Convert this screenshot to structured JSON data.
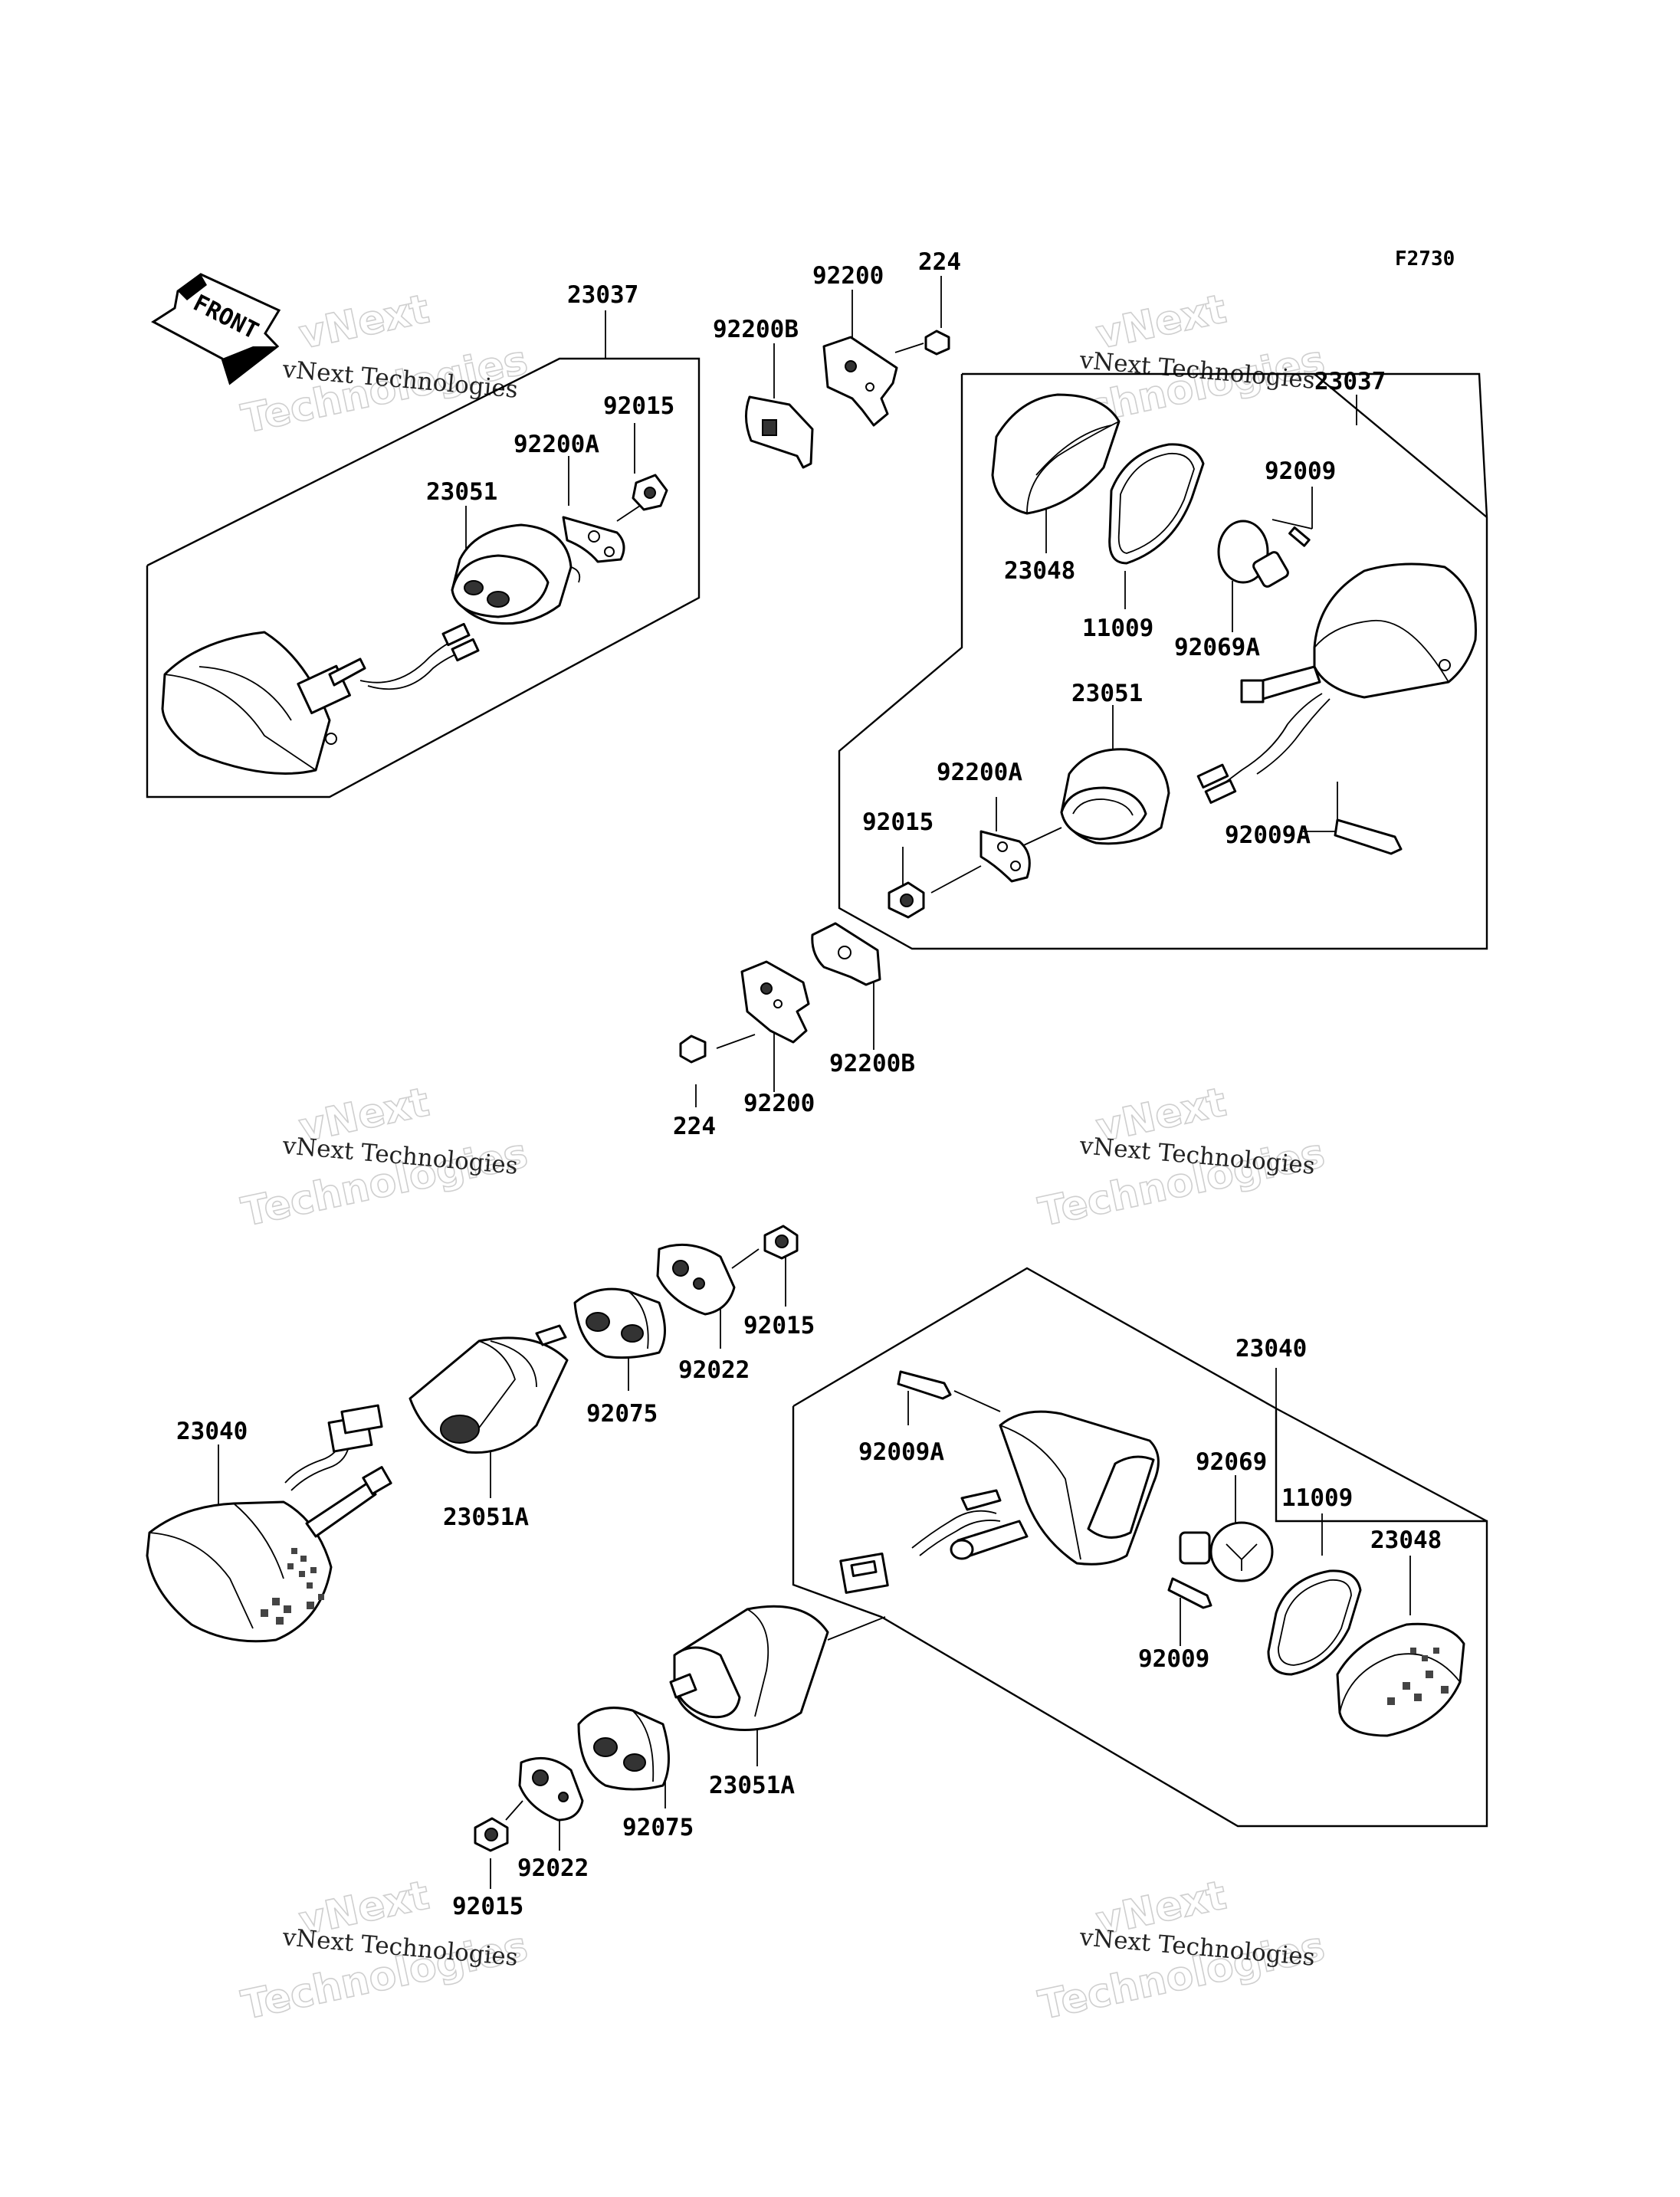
{
  "diagram": {
    "code": "F2730",
    "front_arrow_text": "FRONT",
    "watermark_caption": "vNext Technologies",
    "watermark_word_a": "vNext",
    "watermark_word_b": "Technologies",
    "callouts": {
      "tl_23037": "23037",
      "tl_92015": "92015",
      "tl_92200A": "92200A",
      "tl_23051": "23051",
      "tc_92200B": "92200B",
      "tc_92200": "92200",
      "tc_224": "224",
      "tr_23037": "23037",
      "tr_92009": "92009",
      "tr_23048": "23048",
      "tr_11009": "11009",
      "tr_92069A": "92069A",
      "tr_23051": "23051",
      "tr_92200A": "92200A",
      "tr_92015": "92015",
      "tr_92009A": "92009A",
      "mc_92200B": "92200B",
      "mc_92200": "92200",
      "mc_224": "224",
      "bl_92015": "92015",
      "bl_92022": "92022",
      "bl_92075": "92075",
      "bl_23040": "23040",
      "bl_23051A": "23051A",
      "br_23040": "23040",
      "br_92009A": "92009A",
      "br_92069": "92069",
      "br_11009": "11009",
      "br_23048": "23048",
      "br_92009": "92009",
      "bc_23051A": "23051A",
      "bc_92075": "92075",
      "bc_92022": "92022",
      "bc_92015": "92015"
    }
  }
}
